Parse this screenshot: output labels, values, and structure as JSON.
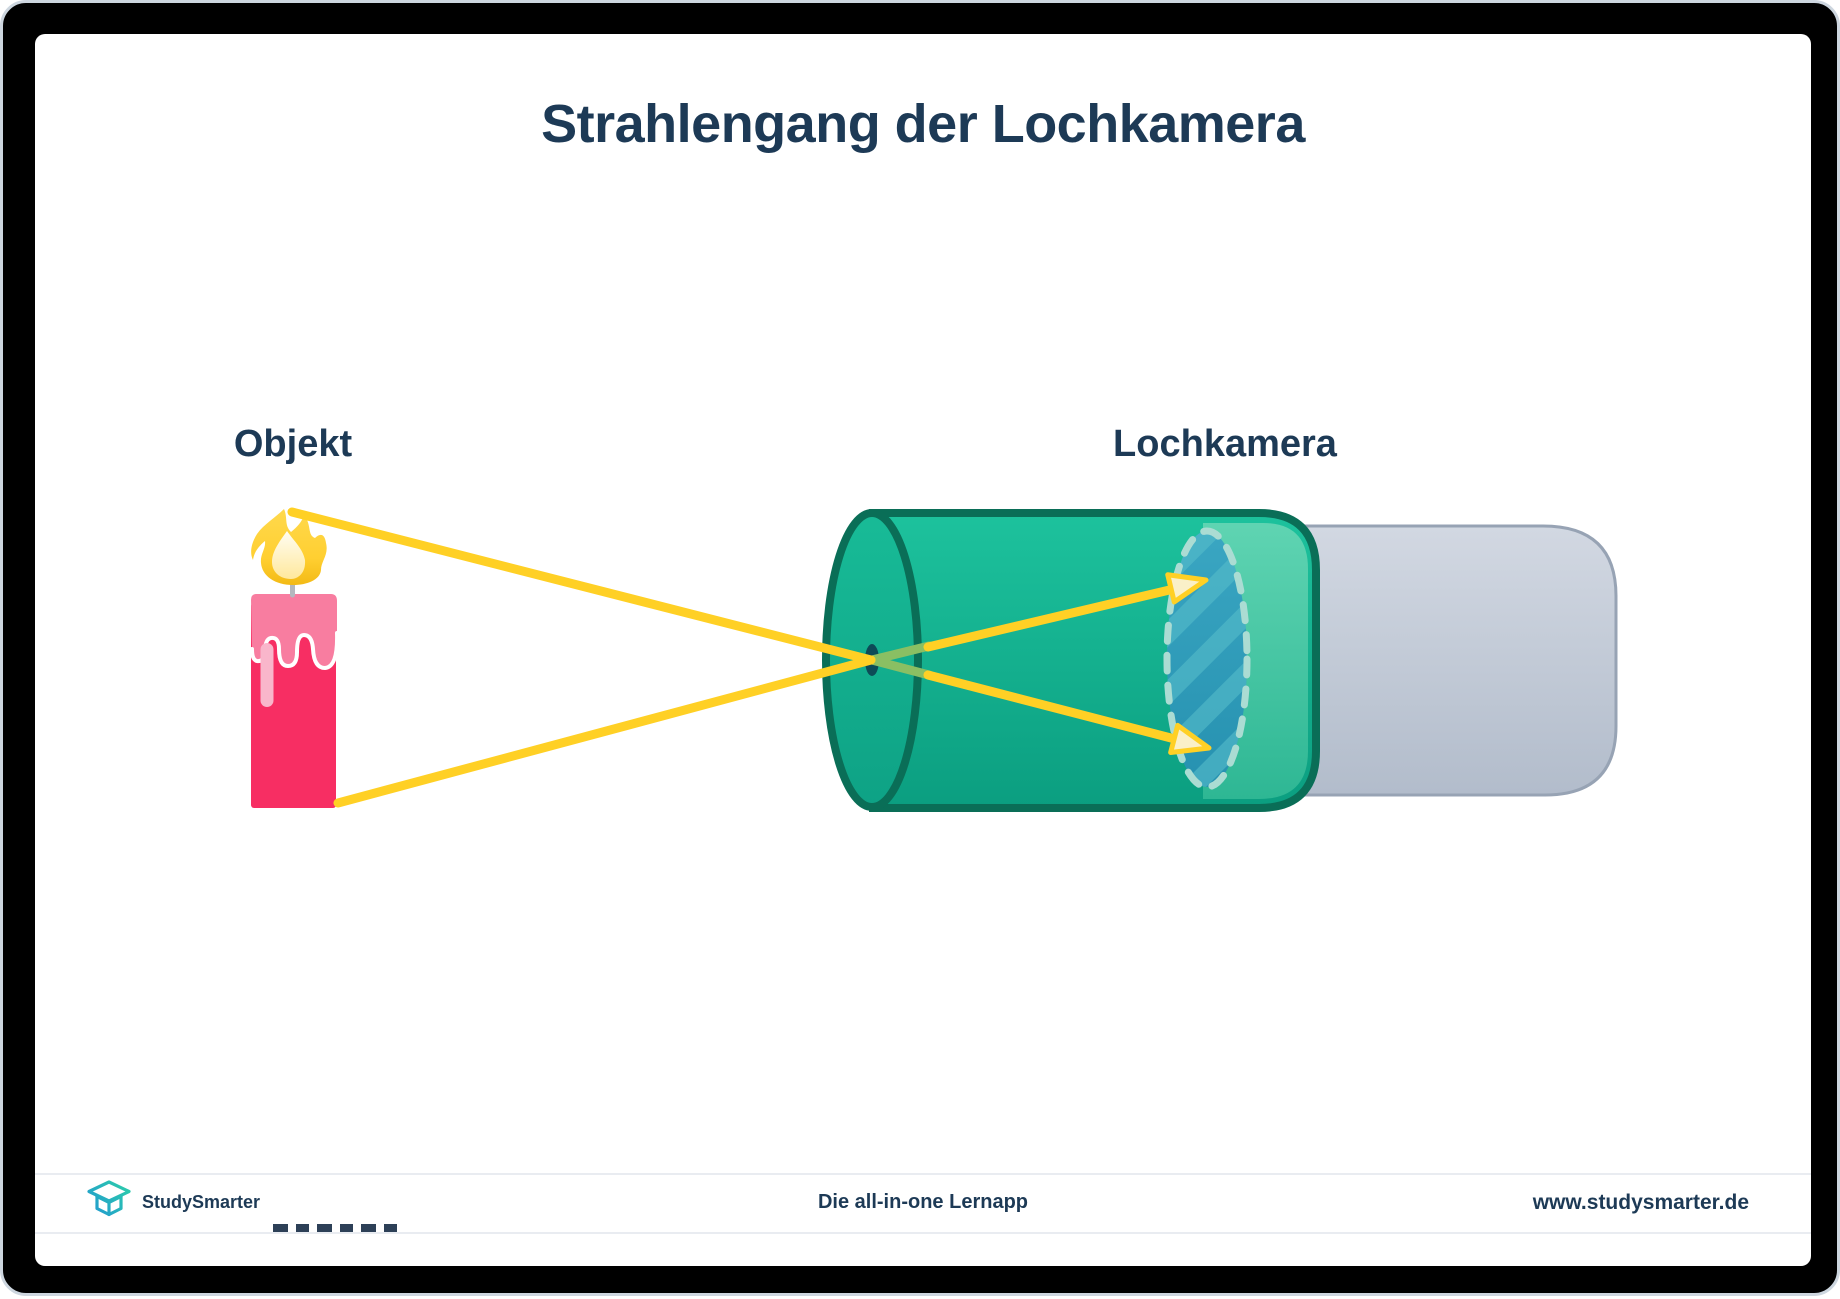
{
  "header": {
    "title": "Strahlengang der Lochkamera"
  },
  "diagram": {
    "object_label": "Objekt",
    "camera_label": "Lochkamera",
    "icons": [
      "candle-icon",
      "flame-icon",
      "wick-icon",
      "wax-drip-icon",
      "pinhole-camera-cylinder-icon",
      "pinhole-icon",
      "image-plane-icon",
      "camera-back-cylinder-icon",
      "light-ray-icon",
      "arrowhead-icon"
    ]
  },
  "footer": {
    "brand": "StudySmarter",
    "tagline": "Die all-in-one Lernapp",
    "url": "www.studysmarter.de",
    "logo_icon": "studysmarter-box-logo"
  },
  "colors": {
    "frame_black": "#000000",
    "frame_edge": "#cdd6df",
    "page_white": "#ffffff",
    "heading_navy": "#1d3a56",
    "ray_yellow": "#ffd025",
    "ray_inside_olive": "#8abf63",
    "arrow_cream": "#faf0c8",
    "candle_pink": "#f72e63",
    "wax_pink": "#f87da0",
    "drip_pink": "#f9b6cb",
    "flame_gold": "#ffd23a",
    "flame_cream": "#fff8dc",
    "wick_gray": "#b4b8be",
    "camera_teal": "#14b694",
    "camera_outline_green": "#0a6e57",
    "camera_mint": "#4fccab",
    "screen_blue": "#2f9fbc",
    "screen_stripe": "#53bac9",
    "screen_dash_mint": "#abdcd3",
    "pinhole_dark": "#0d4b57",
    "back_cylinder_gray": "#c5cdd9",
    "back_cylinder_outline": "#97a3b4",
    "footer_rule_gray": "#e9ecf1",
    "logo_teal": "#2ed3a6",
    "logo_blue": "#1f8fd8"
  }
}
